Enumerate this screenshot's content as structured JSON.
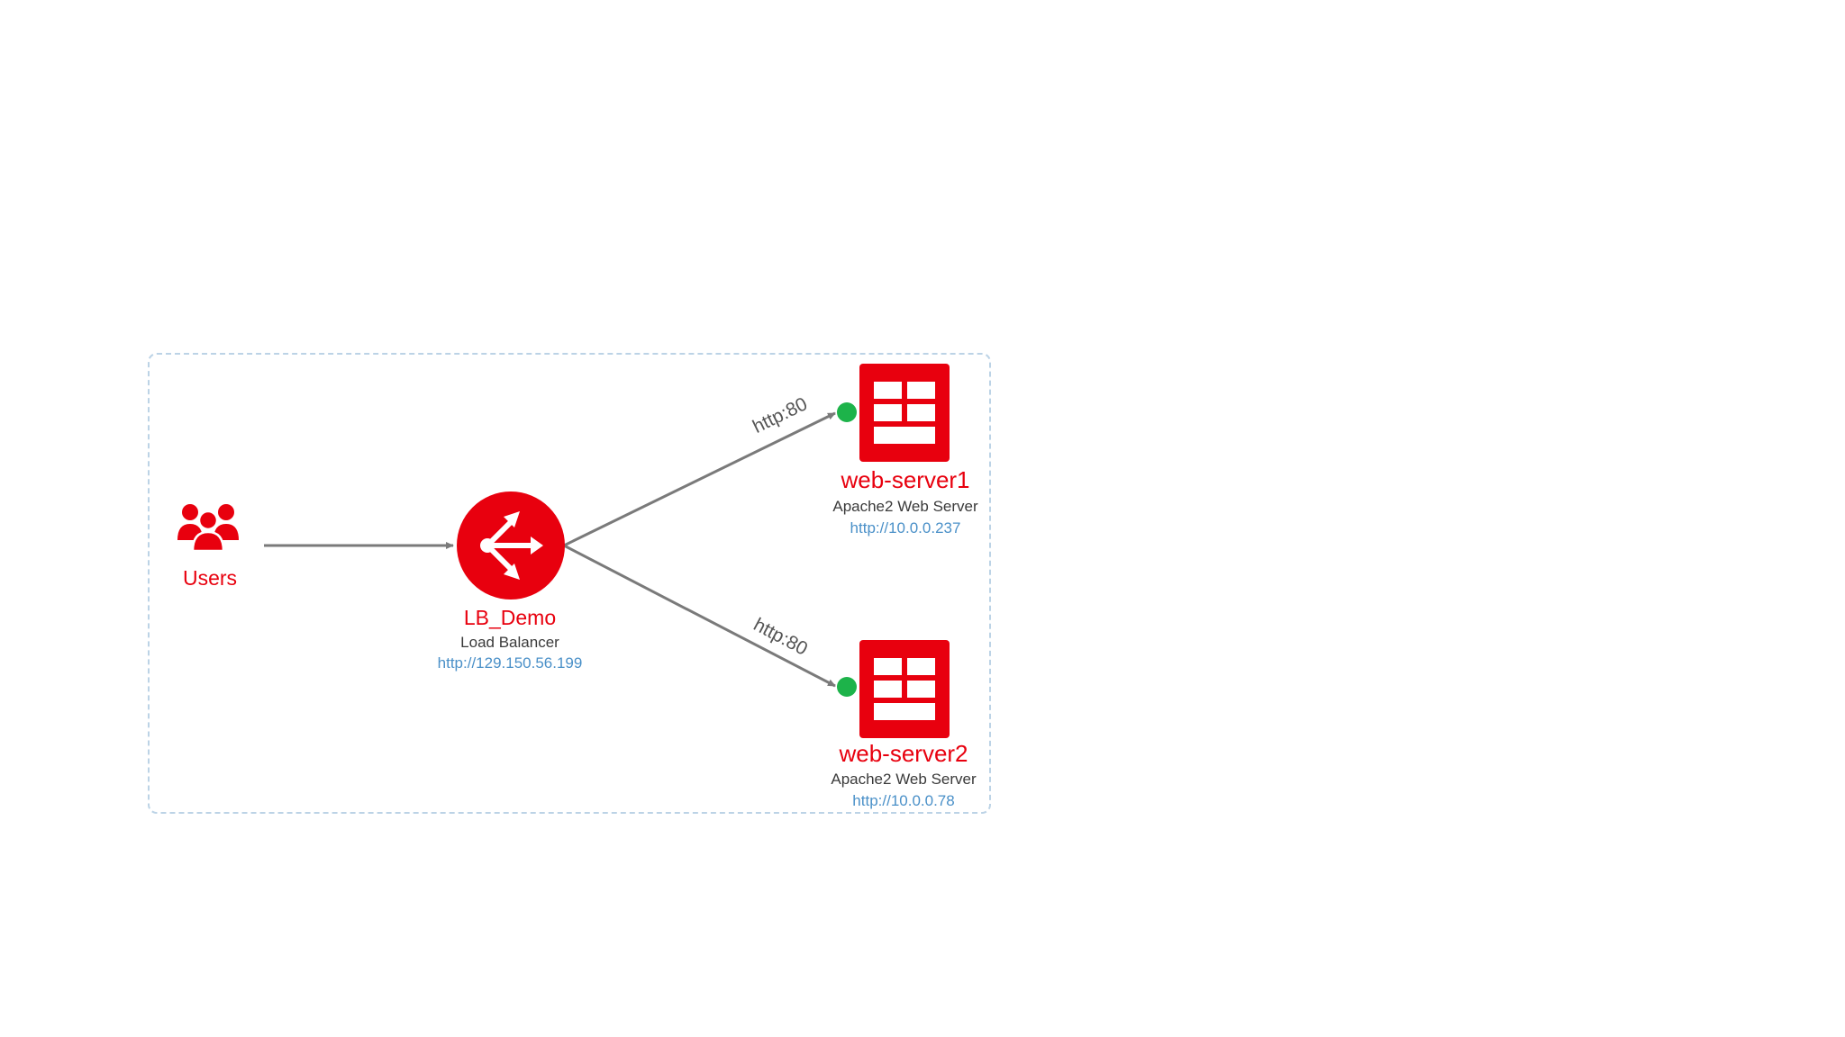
{
  "diagram": {
    "nodes": {
      "users": {
        "name": "Users",
        "icon": "users-icon"
      },
      "load_balancer": {
        "name": "LB_Demo",
        "type": "Load Balancer",
        "url": "http://129.150.56.199",
        "icon": "load-balancer-icon"
      },
      "web_server1": {
        "name": "web-server1",
        "type": "Apache2 Web Server",
        "url": "http://10.0.0.237",
        "icon": "server-icon"
      },
      "web_server2": {
        "name": "web-server2",
        "type": "Apache2 Web Server",
        "url": "http://10.0.0.78",
        "icon": "server-icon"
      }
    },
    "edges": [
      {
        "from": "users",
        "to": "load_balancer",
        "label": ""
      },
      {
        "from": "load_balancer",
        "to": "web_server1",
        "label": "http:80"
      },
      {
        "from": "load_balancer",
        "to": "web_server2",
        "label": "http:80"
      }
    ],
    "colors": {
      "accent": "#e8000e",
      "endpoint": "#1db34a",
      "edge": "#7a7a7a",
      "url": "#4a90c8",
      "frame": "#bcd3e6"
    }
  }
}
